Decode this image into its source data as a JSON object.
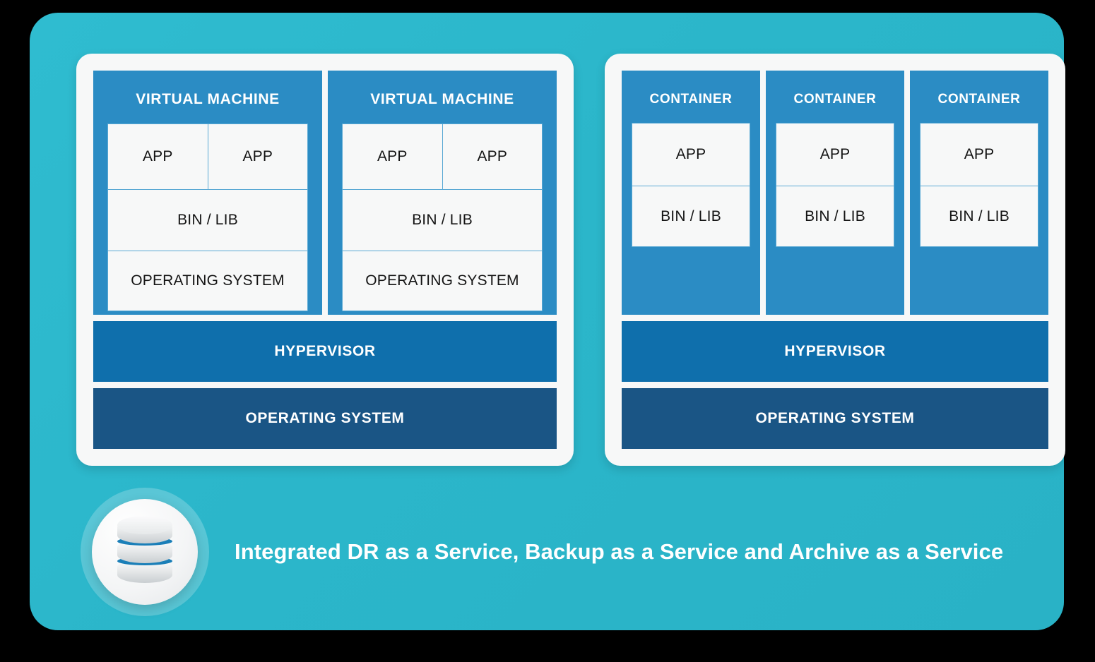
{
  "theme": {
    "background": "#000000",
    "panel_teal": "#2bb6ca",
    "card_white": "#f7f8f8",
    "unit_blue": "#2b8cc4",
    "hypervisor_blue": "#0f6fac",
    "os_blue": "#1a5585",
    "cell_border": "#5aa9d4",
    "text_light": "#ffffff",
    "text_dark": "#141414",
    "db_stripe": "#1b7fb8"
  },
  "left_card": {
    "units": [
      {
        "title": "VIRTUAL MACHINE",
        "apps": [
          "APP",
          "APP"
        ],
        "bin_lib": "BIN / LIB",
        "operating_system": "OPERATING SYSTEM"
      },
      {
        "title": "VIRTUAL MACHINE",
        "apps": [
          "APP",
          "APP"
        ],
        "bin_lib": "BIN / LIB",
        "operating_system": "OPERATING SYSTEM"
      }
    ],
    "hypervisor_label": "HYPERVISOR",
    "os_label": "OPERATING SYSTEM"
  },
  "right_card": {
    "units": [
      {
        "title": "CONTAINER",
        "apps": [
          "APP"
        ],
        "bin_lib": "BIN / LIB"
      },
      {
        "title": "CONTAINER",
        "apps": [
          "APP"
        ],
        "bin_lib": "BIN / LIB"
      },
      {
        "title": "CONTAINER",
        "apps": [
          "APP"
        ],
        "bin_lib": "BIN / LIB"
      }
    ],
    "hypervisor_label": "HYPERVISOR",
    "os_label": "OPERATING SYSTEM"
  },
  "footer": {
    "icon": "database-icon",
    "caption": "Integrated DR as a Service, Backup as a Service and Archive as a Service"
  }
}
